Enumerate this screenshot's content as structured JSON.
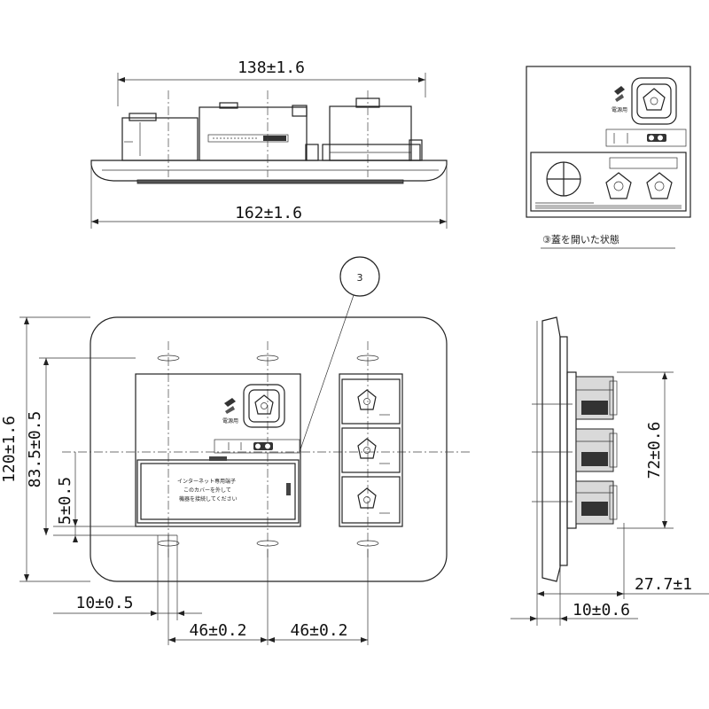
{
  "dimensions": {
    "top_width_upper": "138±1.6",
    "top_width_lower": "162±1.6",
    "front_height_total": "120±1.6",
    "front_height_inner": "83.5±0.5",
    "front_offset_5": "5±0.5",
    "front_offset_10": "10±0.5",
    "pitch_left": "46±0.2",
    "pitch_right": "46±0.2",
    "side_height": "72±0.6",
    "side_depth": "27.7±1",
    "side_plate": "10±0.6"
  },
  "callout": {
    "number": "3"
  },
  "inset": {
    "caption": "③蓋を開いた状態"
  },
  "panel_text": {
    "cover_note": "インターネット専用端子\nこのカバーを外して\n機器を接続してください",
    "power_label": "電源用"
  }
}
